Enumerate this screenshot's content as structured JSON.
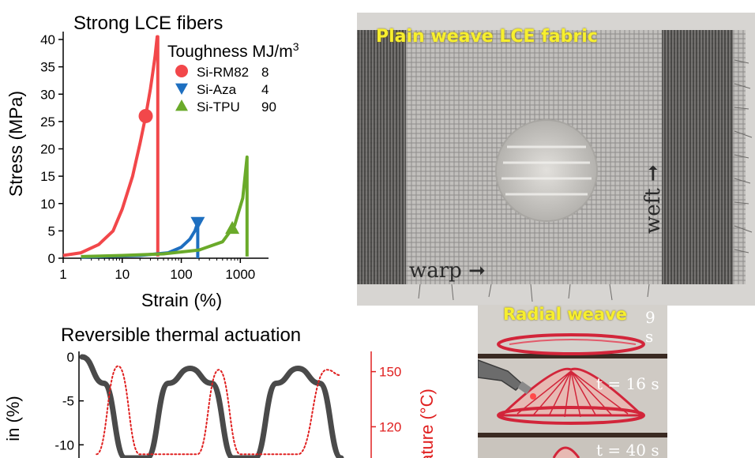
{
  "chart_data": [
    {
      "type": "line",
      "title": "Strong LCE fibers",
      "xlabel": "Strain (%)",
      "ylabel": "Stress (MPa)",
      "xscale": "log",
      "xlim": [
        1,
        3000
      ],
      "ylim": [
        0,
        40
      ],
      "x_ticks": [
        "1",
        "10",
        "100",
        "1000"
      ],
      "y_ticks": [
        "0",
        "5",
        "10",
        "15",
        "20",
        "25",
        "30",
        "35",
        "40"
      ],
      "legend_title": "Toughness MJ/m",
      "legend_title_sup": "3",
      "legend_placement": "top-right",
      "series": [
        {
          "name": "Si-RM82",
          "toughness": "8",
          "color": "#f2474a",
          "marker": "circle",
          "points": [
            [
              1,
              0.5
            ],
            [
              2,
              1
            ],
            [
              4,
              2.5
            ],
            [
              7,
              5
            ],
            [
              10,
              9
            ],
            [
              15,
              15
            ],
            [
              20,
              21
            ],
            [
              25,
              26
            ],
            [
              30,
              31
            ],
            [
              33,
              34
            ],
            [
              36,
              37
            ],
            [
              39,
              40.5
            ],
            [
              40,
              40.5
            ],
            [
              40,
              0.3
            ]
          ],
          "marker_at": [
            25,
            26
          ]
        },
        {
          "name": "Si-Aza",
          "toughness": "4",
          "color": "#1e6fc0",
          "marker": "triangle-down",
          "points": [
            [
              2,
              0.2
            ],
            [
              20,
              0.5
            ],
            [
              60,
              1
            ],
            [
              100,
              2
            ],
            [
              140,
              3.5
            ],
            [
              170,
              5
            ],
            [
              190,
              6.5
            ],
            [
              190,
              0
            ]
          ],
          "marker_at": [
            190,
            6.5
          ]
        },
        {
          "name": "Si-TPU",
          "toughness": "90",
          "color": "#6aaa2a",
          "marker": "triangle-up",
          "points": [
            [
              2,
              0.3
            ],
            [
              10,
              0.5
            ],
            [
              50,
              0.8
            ],
            [
              200,
              1.5
            ],
            [
              500,
              3
            ],
            [
              800,
              6
            ],
            [
              1100,
              11
            ],
            [
              1300,
              18.5
            ],
            [
              1300,
              0.3
            ]
          ],
          "marker_at": [
            730,
            5.5
          ]
        }
      ]
    },
    {
      "type": "line",
      "title": "Reversible thermal actuation",
      "ylabel_left": "in (%)",
      "ylabel_right": "ature (°C)",
      "y_ticks_left": [
        "0",
        "-5",
        "-10"
      ],
      "y_ticks_right": [
        "150",
        "120"
      ],
      "ylim_left": [
        -11.5,
        0
      ],
      "ylim_right": [
        103,
        158
      ],
      "series": [
        {
          "name": "strain",
          "color": "#4a4a4a",
          "style": "solid",
          "axis": "left",
          "points": [
            [
              0,
              0
            ],
            [
              3,
              -3
            ],
            [
              6,
              -11.5
            ],
            [
              9,
              -11.5
            ],
            [
              12,
              -3
            ],
            [
              15,
              -1.3
            ],
            [
              18,
              -3
            ],
            [
              21,
              -11.5
            ],
            [
              24,
              -11.5
            ],
            [
              27,
              -3
            ],
            [
              30,
              -1.3
            ],
            [
              33,
              -3
            ],
            [
              36,
              -11.5
            ]
          ]
        },
        {
          "name": "temperature",
          "color": "#e02020",
          "style": "dotted",
          "axis": "right",
          "points": [
            [
              2,
              105
            ],
            [
              5,
              153
            ],
            [
              8,
              105
            ],
            [
              11,
              105
            ],
            [
              14,
              105
            ],
            [
              16,
              105
            ],
            [
              19,
              151
            ],
            [
              22,
              105
            ],
            [
              25,
              105
            ],
            [
              28,
              105
            ],
            [
              30,
              105
            ],
            [
              34,
              151
            ],
            [
              36,
              148
            ]
          ]
        }
      ]
    }
  ],
  "photos": {
    "fabric_label": "Plain weave LCE fabric",
    "warp_label": "warp",
    "weft_label": "weft",
    "radial_label": "Radial weave",
    "times": [
      "9 s",
      "t = 16 s",
      "t = 40 s"
    ]
  }
}
